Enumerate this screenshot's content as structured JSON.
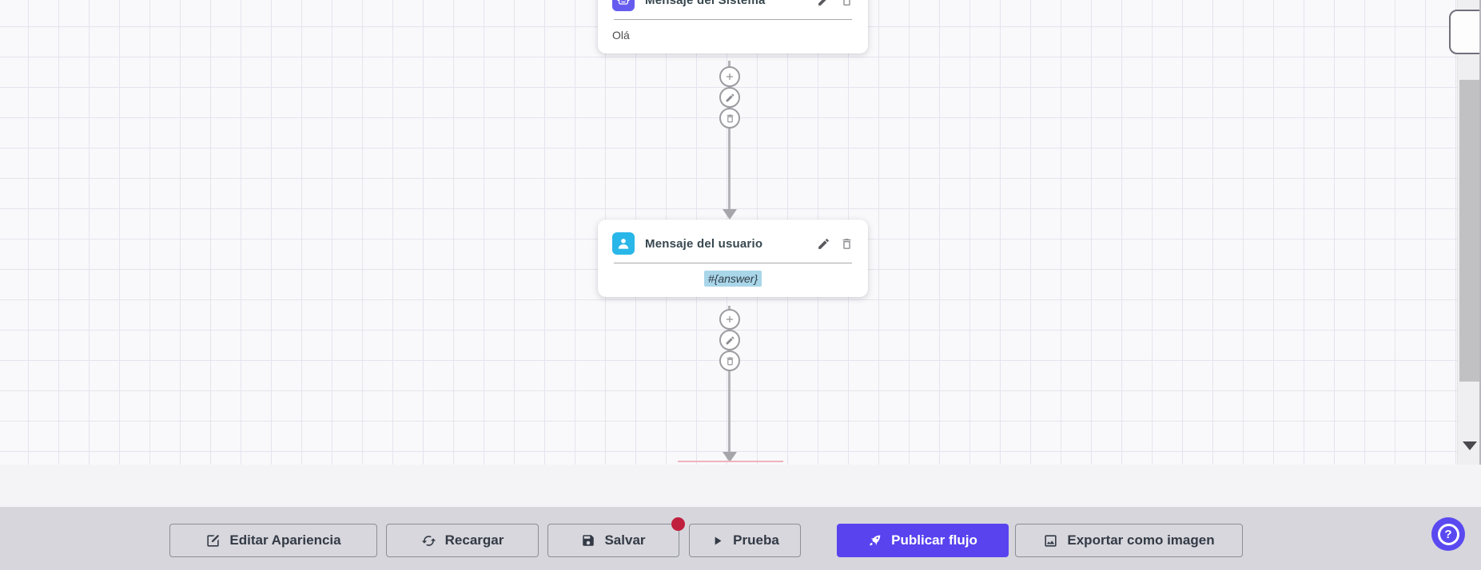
{
  "nodes": [
    {
      "id": "system-message",
      "title": "Mensaje del Sistema",
      "content": "Olá",
      "icon": "robot-icon",
      "icon_color": "#655cef"
    },
    {
      "id": "user-message",
      "title": "Mensaje del usuario",
      "content": "#{answer}",
      "icon": "user-icon",
      "icon_color": "#29b6e8"
    }
  ],
  "toolbar": {
    "buttons": [
      {
        "label": "Editar Apariencia",
        "icon": "edit-square-icon"
      },
      {
        "label": "Recargar",
        "icon": "refresh-icon"
      },
      {
        "label": "Salvar",
        "icon": "save-icon",
        "badge": "unsaved-dot"
      },
      {
        "label": "Prueba",
        "icon": "play-icon"
      },
      {
        "label": "Publicar flujo",
        "icon": "rocket-icon",
        "variant": "primary"
      },
      {
        "label": "Exportar como imagen",
        "icon": "image-icon"
      }
    ]
  },
  "help": {
    "label": "?"
  },
  "colors": {
    "accent": "#5843ef",
    "system_node_icon": "#655cef",
    "user_node_icon": "#29b6e8",
    "unsaved_badge": "#c01f3e",
    "variable_highlight": "#a9d6e9",
    "toolbar_bg": "#d6d6dc",
    "canvas_grid_line": "#e4e4ee"
  }
}
